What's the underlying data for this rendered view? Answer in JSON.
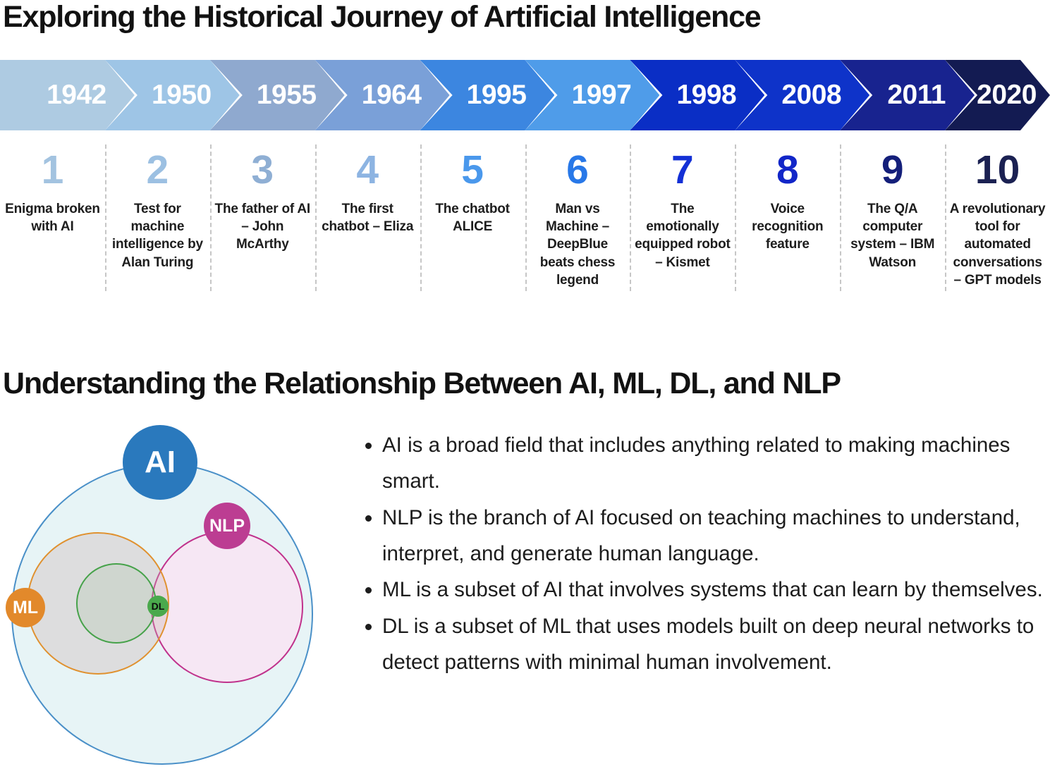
{
  "page": {
    "title1": "Exploring the Historical Journey of Artificial Intelligence",
    "title2": "Understanding the Relationship Between AI, ML, DL, and NLP"
  },
  "timeline": {
    "items": [
      {
        "year": "1942",
        "num": "1",
        "desc": "Enigma broken with AI",
        "chevron_color": "#aecbe2",
        "num_color": "#a3c3e0"
      },
      {
        "year": "1950",
        "num": "2",
        "desc": "Test for machine intelligence by Alan Turing",
        "chevron_color": "#9ec5e6",
        "num_color": "#9cc0e2"
      },
      {
        "year": "1955",
        "num": "3",
        "desc": "The father of AI – John McArthy",
        "chevron_color": "#8fa9cf",
        "num_color": "#8fafd4"
      },
      {
        "year": "1964",
        "num": "4",
        "desc": "The first chatbot – Eliza",
        "chevron_color": "#7aa0d8",
        "num_color": "#8db4e2"
      },
      {
        "year": "1995",
        "num": "5",
        "desc": "The chatbot ALICE",
        "chevron_color": "#3c86e0",
        "num_color": "#4a98ec"
      },
      {
        "year": "1997",
        "num": "6",
        "desc": "Man vs Machine – DeepBlue beats chess legend",
        "chevron_color": "#4f9ce9",
        "num_color": "#2878e8"
      },
      {
        "year": "1998",
        "num": "7",
        "desc": "The emotionally equipped robot – Kismet",
        "chevron_color": "#0a2ec5",
        "num_color": "#1330d6"
      },
      {
        "year": "2008",
        "num": "8",
        "desc": "Voice recognition feature",
        "chevron_color": "#0e33c9",
        "num_color": "#1226c8"
      },
      {
        "year": "2011",
        "num": "9",
        "desc": "The Q/A computer system – IBM Watson",
        "chevron_color": "#18238f",
        "num_color": "#141f7a"
      },
      {
        "year": "2020",
        "num": "10",
        "desc": "A revolutionary tool for automated conversations – GPT models",
        "chevron_color": "#131b52",
        "num_color": "#1b2152"
      }
    ]
  },
  "venn": {
    "labels": {
      "ai": "AI",
      "ml": "ML",
      "dl": "DL",
      "nlp": "NLP"
    },
    "colors": {
      "ai_badge": "#2a79bd",
      "ml_badge": "#e2892b",
      "dl_badge": "#4aa94c",
      "nlp_badge": "#bc3d92",
      "ai_ring": "#4a90c8",
      "ml_ring": "#e0912f",
      "dl_ring": "#46a24a",
      "nlp_ring": "#c0328c"
    }
  },
  "bullets": [
    "AI is a broad field that includes anything related to making machines smart.",
    "NLP is the branch of AI focused on teaching machines to understand, interpret, and generate human language.",
    "ML is a subset of AI that involves systems that can learn by themselves.",
    "DL is a subset of ML that uses models built on deep neural networks to detect patterns with minimal human involvement."
  ]
}
